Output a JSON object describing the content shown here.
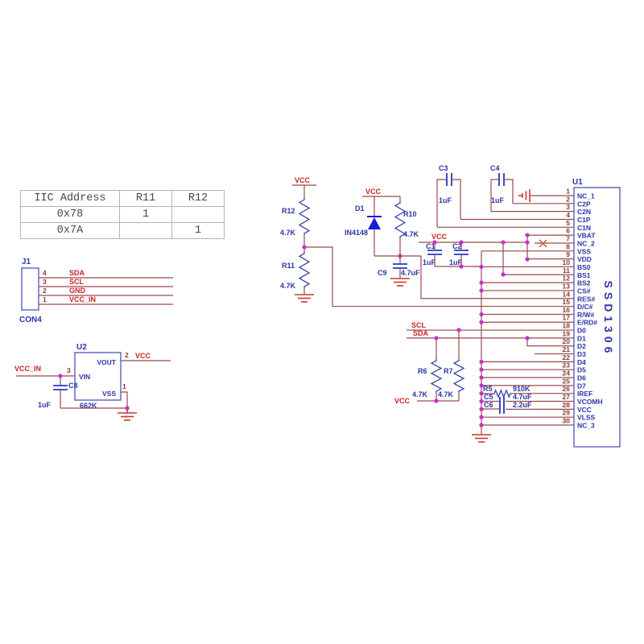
{
  "table": {
    "headers": [
      "IIC Address",
      "R11",
      "R12"
    ],
    "rows": [
      {
        "addr": "0x78",
        "r11": "1",
        "r12": ""
      },
      {
        "addr": "0x7A",
        "r11": "",
        "r12": "1"
      }
    ]
  },
  "nets": {
    "vcc": "VCC",
    "vcc_in": "VCC_IN",
    "gnd": "GND",
    "scl": "SCL",
    "sda": "SDA"
  },
  "connector_j1": {
    "ref": "J1",
    "footprint": "CON4",
    "pins": [
      {
        "num": "4",
        "net": "SDA"
      },
      {
        "num": "3",
        "net": "SCL"
      },
      {
        "num": "2",
        "net": "GND"
      },
      {
        "num": "1",
        "net": "VCC_IN"
      }
    ]
  },
  "regulator_u2": {
    "ref": "U2",
    "part": "662K",
    "pin_vout": {
      "num": "2",
      "name": "VOUT"
    },
    "pin_vin": {
      "num": "3",
      "name": "VIN"
    },
    "pin_vss": {
      "num": "1",
      "name": "VSS"
    }
  },
  "components": {
    "c8": {
      "ref": "C8",
      "value": "1uF"
    },
    "r12": {
      "ref": "R12",
      "value": "4.7K"
    },
    "r11": {
      "ref": "R11",
      "value": "4.7K"
    },
    "d1": {
      "ref": "D1",
      "value": "IN4148"
    },
    "r10": {
      "ref": "R10",
      "value": "4.7K"
    },
    "c9": {
      "ref": "C9",
      "value": "4.7uF"
    },
    "c3": {
      "ref": "C3",
      "value": "1uF"
    },
    "c4": {
      "ref": "C4",
      "value": "1uF"
    },
    "c1": {
      "ref": "C1",
      "value": "1uF"
    },
    "c2": {
      "ref": "C2",
      "value": "1uF"
    },
    "r6": {
      "ref": "R6",
      "value": "4.7K"
    },
    "r7": {
      "ref": "R7",
      "value": "4.7K"
    },
    "r5": {
      "ref": "R5",
      "value": "910K"
    },
    "c5": {
      "ref": "C5",
      "value": "4.7uF"
    },
    "c6": {
      "ref": "C6",
      "value": "2.2uF"
    }
  },
  "ic_u1": {
    "ref": "U1",
    "part": "SSD1306",
    "pins": [
      {
        "num": "1",
        "name": "NC_1"
      },
      {
        "num": "2",
        "name": "C2P"
      },
      {
        "num": "3",
        "name": "C2N"
      },
      {
        "num": "4",
        "name": "C1P"
      },
      {
        "num": "5",
        "name": "C1N"
      },
      {
        "num": "6",
        "name": "VBAT"
      },
      {
        "num": "7",
        "name": "NC_2"
      },
      {
        "num": "8",
        "name": "VSS"
      },
      {
        "num": "9",
        "name": "VDD"
      },
      {
        "num": "10",
        "name": "BS0"
      },
      {
        "num": "11",
        "name": "BS1"
      },
      {
        "num": "12",
        "name": "BS2"
      },
      {
        "num": "13",
        "name": "CS#"
      },
      {
        "num": "14",
        "name": "RES#"
      },
      {
        "num": "15",
        "name": "D/C#"
      },
      {
        "num": "16",
        "name": "R/W#"
      },
      {
        "num": "17",
        "name": "E/RD#"
      },
      {
        "num": "18",
        "name": "D0"
      },
      {
        "num": "19",
        "name": "D1"
      },
      {
        "num": "20",
        "name": "D2"
      },
      {
        "num": "21",
        "name": "D3"
      },
      {
        "num": "22",
        "name": "D4"
      },
      {
        "num": "23",
        "name": "D5"
      },
      {
        "num": "24",
        "name": "D6"
      },
      {
        "num": "25",
        "name": "D7"
      },
      {
        "num": "26",
        "name": "IREF"
      },
      {
        "num": "27",
        "name": "VCOMH"
      },
      {
        "num": "28",
        "name": "VCC"
      },
      {
        "num": "29",
        "name": "VLSS"
      },
      {
        "num": "30",
        "name": "NC_3"
      }
    ]
  },
  "colors": {
    "wire": "#99494f",
    "net_label": "#cc2222",
    "component_label": "#2b35a8",
    "pin_number": "#8a3a30",
    "junction_dot": "#c92fc9",
    "ground": "#c43a32",
    "outline": "#5a5fc0",
    "diode": "#1b1bcf"
  }
}
